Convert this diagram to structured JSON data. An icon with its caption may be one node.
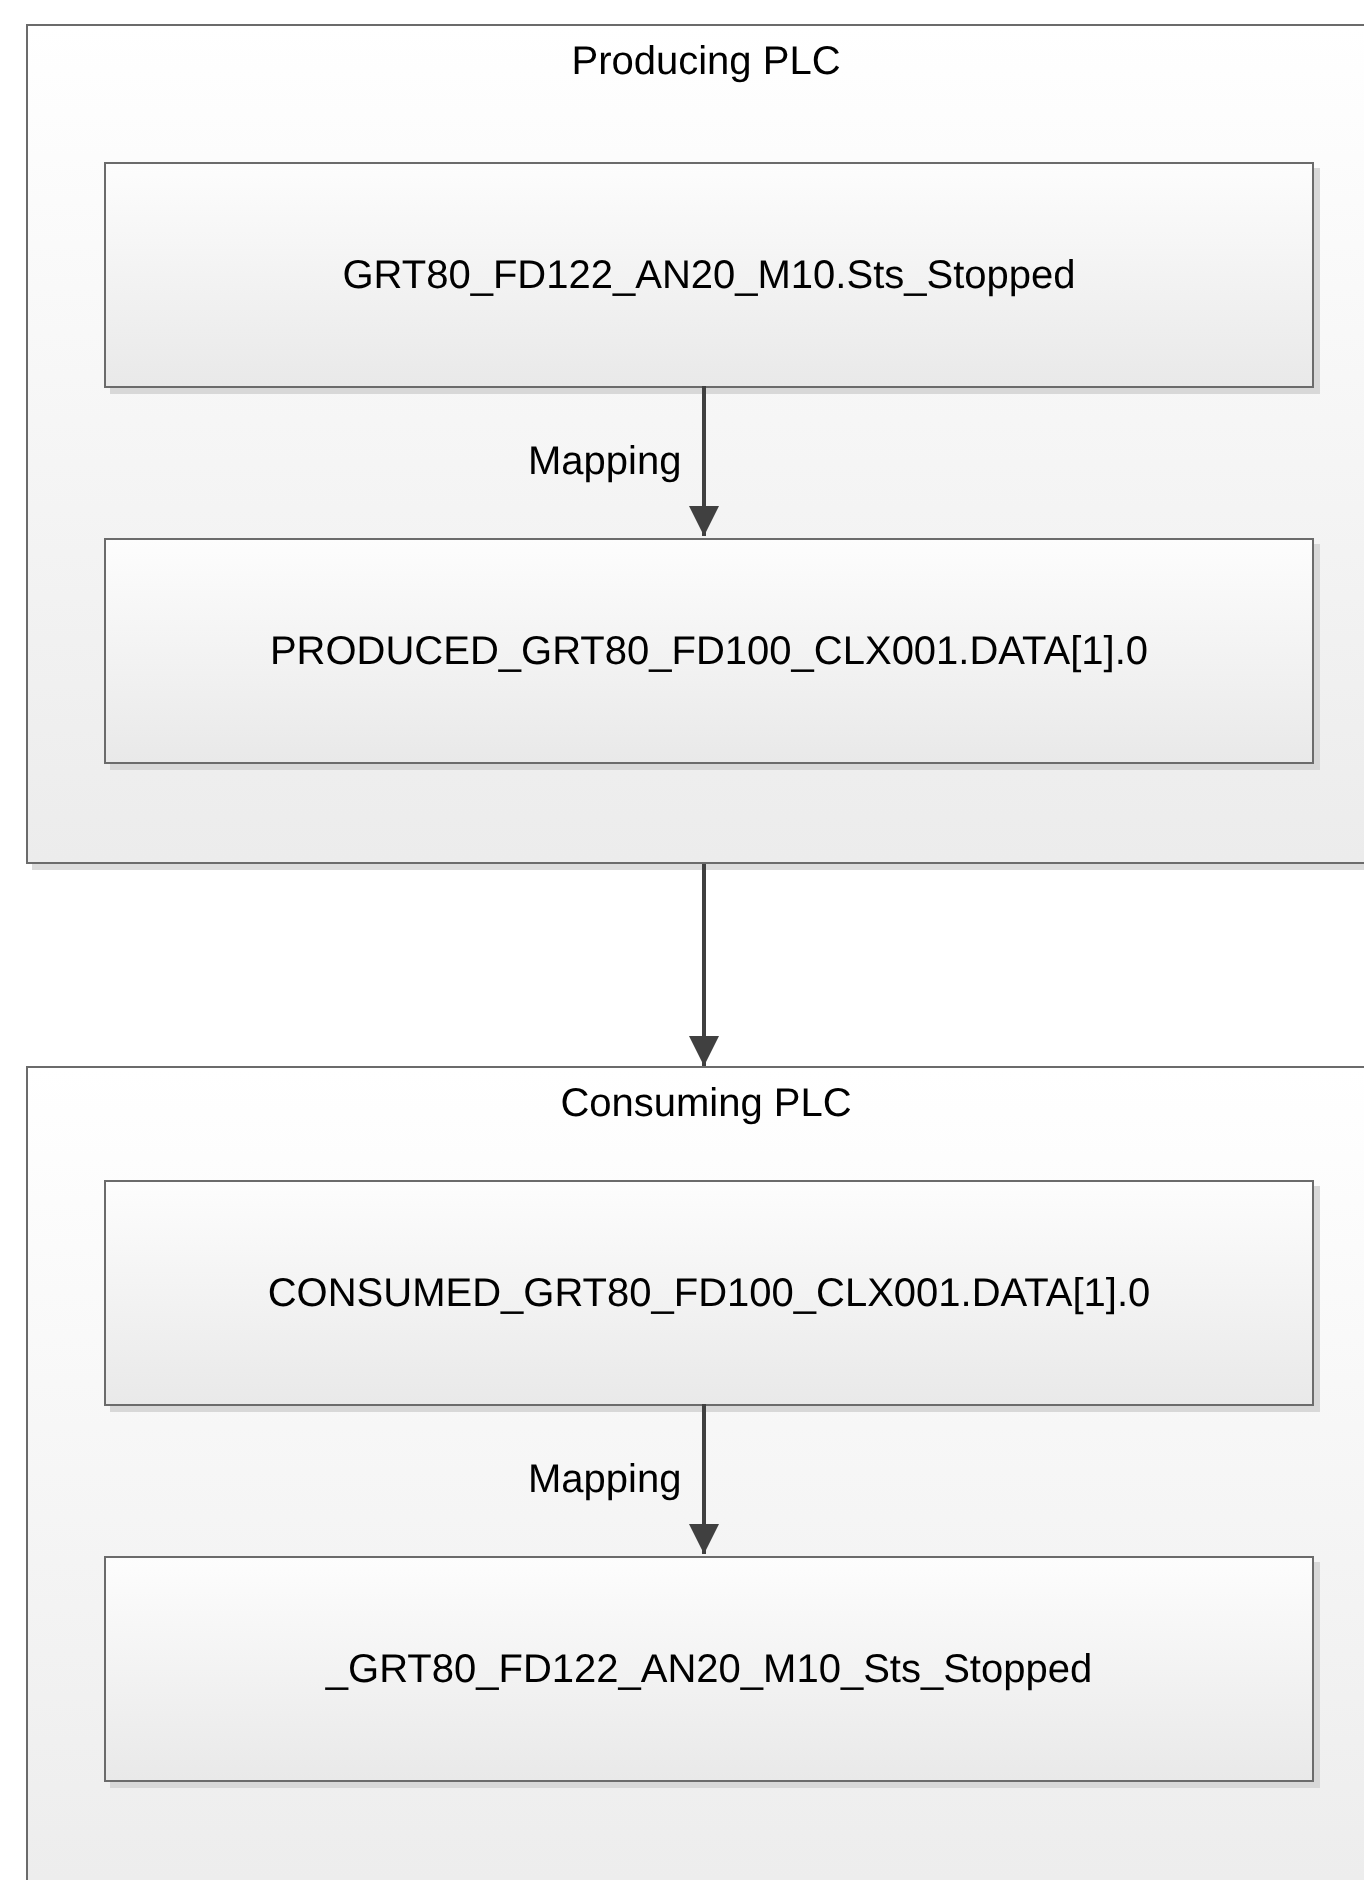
{
  "diagram": {
    "nodes": [
      {
        "text": [
          "Producing PLC"
        ]
      },
      {
        "text": [
          "GRT80_FD122_AN20_M10.Sts_Stopped"
        ],
        "in": 0
      },
      {
        "text": [
          "PRODUCED_GRT80_FD100_CLX001.DATA[1].0"
        ],
        "in": 0
      },
      {
        "text": [
          "Consuming PLC"
        ]
      },
      {
        "text": [
          "CONSUMED_GRT80_FD100_CLX001.DATA[1].0"
        ],
        "in": 3
      },
      {
        "text": [
          "_GRT80_FD122_AN20_M10_Sts_Stopped"
        ],
        "in": 3
      }
    ],
    "edges": [
      {
        "from": 1,
        "to": 2,
        "arrow": "to",
        "label": "Mapping"
      },
      {
        "from": 0,
        "to": 3,
        "arrow": "to"
      },
      {
        "from": 4,
        "to": 5,
        "arrow": "to",
        "label": "Mapping"
      }
    ]
  }
}
